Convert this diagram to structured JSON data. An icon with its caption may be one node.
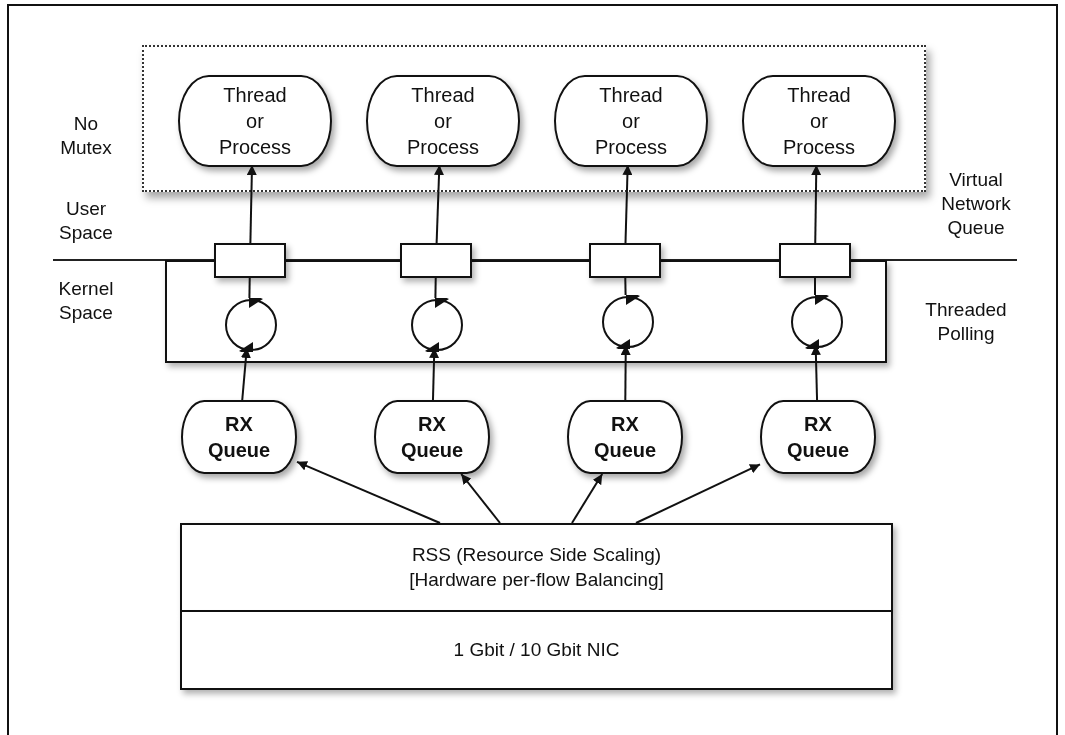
{
  "diagram": {
    "nodes": [
      {
        "text": [],
        "shape": "box"
      },
      {
        "text": [
          "Thread or Process"
        ],
        "in": 0
      },
      {
        "text": [
          "Thread or Process"
        ],
        "in": 0
      },
      {
        "text": [
          "Thread or Process"
        ],
        "in": 0
      },
      {
        "text": [
          "Thread or Process"
        ],
        "in": 0
      },
      {
        "text": [],
        "shape": "box"
      },
      {
        "text": [],
        "shape": "box"
      },
      {
        "text": [],
        "shape": "box"
      },
      {
        "text": [],
        "shape": "box"
      },
      {
        "text": [],
        "shape": "box"
      },
      {
        "text": [],
        "shape": "circle",
        "in": 5
      },
      {
        "text": [],
        "shape": "circle",
        "in": 5
      },
      {
        "text": [],
        "shape": "circle",
        "in": 5
      },
      {
        "text": [],
        "shape": "circle",
        "in": 5
      },
      {
        "text": [
          "RX Queue"
        ]
      },
      {
        "text": [
          "RX Queue"
        ]
      },
      {
        "text": [
          "RX Queue"
        ]
      },
      {
        "text": [
          "RX Queue"
        ]
      },
      {
        "text": [
          "RSS (Resource Side Scaling) [Hardware per-flow Balancing]"
        ]
      },
      {
        "text": [
          "1 Gbit / 10 Gbit NIC"
        ]
      }
    ],
    "edges": [
      {
        "from": 10,
        "to": 6,
        "arrow": "none"
      },
      {
        "from": 6,
        "to": 1,
        "arrow": "to"
      },
      {
        "from": 11,
        "to": 7,
        "arrow": "none"
      },
      {
        "from": 7,
        "to": 2,
        "arrow": "to"
      },
      {
        "from": 12,
        "to": 8,
        "arrow": "none"
      },
      {
        "from": 8,
        "to": 3,
        "arrow": "to"
      },
      {
        "from": 13,
        "to": 9,
        "arrow": "none"
      },
      {
        "from": 9,
        "to": 4,
        "arrow": "to"
      },
      {
        "from": 14,
        "to": 10,
        "arrow": "to"
      },
      {
        "from": 15,
        "to": 11,
        "arrow": "to"
      },
      {
        "from": 16,
        "to": 12,
        "arrow": "to"
      },
      {
        "from": 17,
        "to": 13,
        "arrow": "to"
      },
      {
        "from": 18,
        "to": 14,
        "arrow": "to"
      },
      {
        "from": 18,
        "to": 15,
        "arrow": "to"
      },
      {
        "from": 18,
        "to": 16,
        "arrow": "to"
      },
      {
        "from": 18,
        "to": 17,
        "arrow": "to"
      }
    ],
    "labels": [
      "No Mutex",
      "User Space",
      "Kernel Space",
      "Virtual Network Queue",
      "Threaded Polling"
    ]
  }
}
